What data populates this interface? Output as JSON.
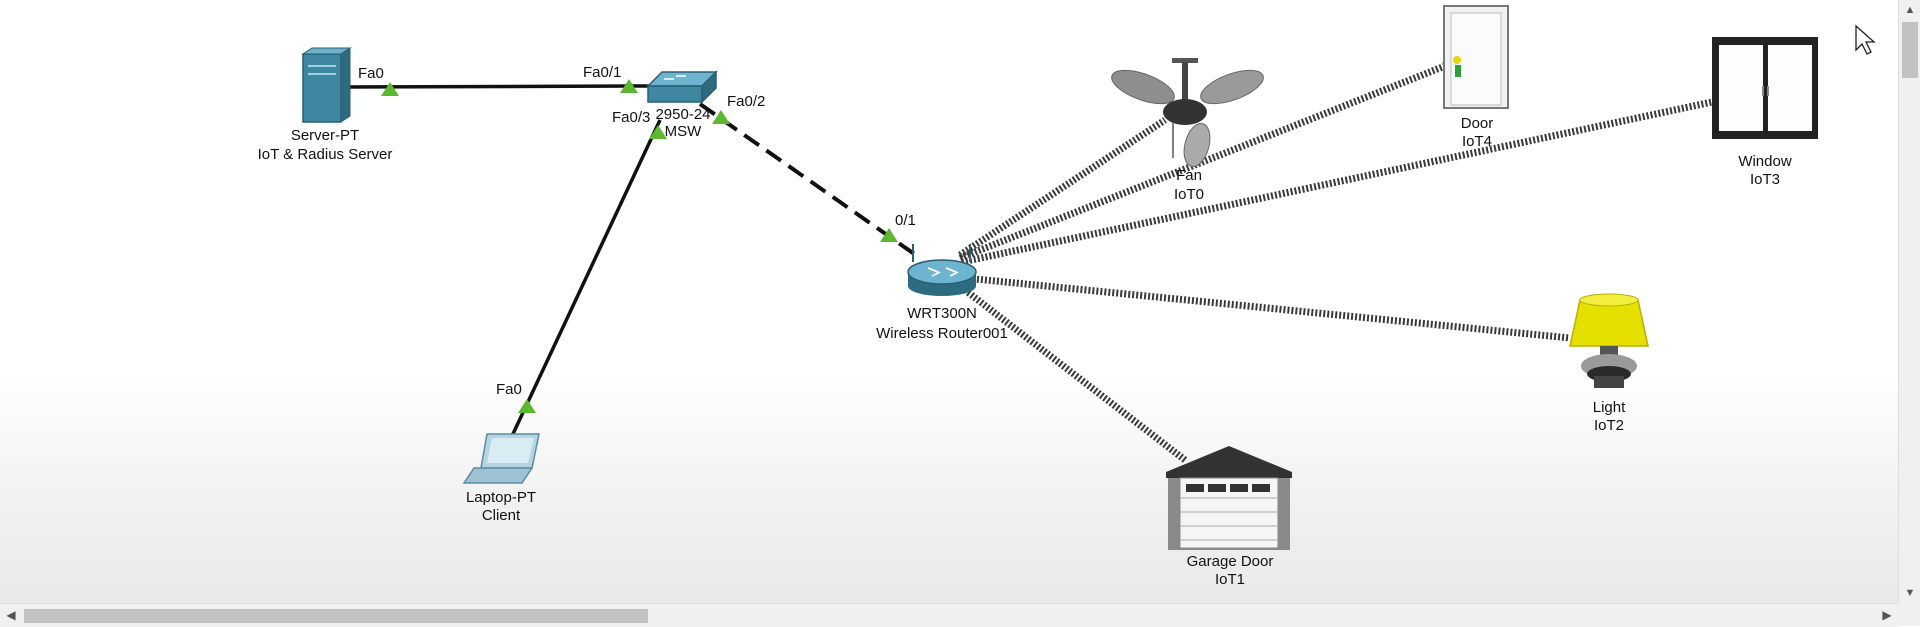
{
  "devices": {
    "server": {
      "model": "Server-PT",
      "name": "IoT & Radius Server"
    },
    "switch": {
      "model": "2950-24",
      "name": "MSW"
    },
    "laptop": {
      "model": "Laptop-PT",
      "name": "Client"
    },
    "router": {
      "model": "WRT300N",
      "name": "Wireless Router001"
    },
    "fan": {
      "model": "Fan",
      "name": "IoT0"
    },
    "door": {
      "model": "Door",
      "name": "IoT4"
    },
    "window": {
      "model": "Window",
      "name": "IoT3"
    },
    "light": {
      "model": "Light",
      "name": "IoT2"
    },
    "garage": {
      "model": "Garage Door",
      "name": "IoT1"
    }
  },
  "ports": {
    "server_fa0": "Fa0",
    "switch_fa01": "Fa0/1",
    "switch_fa03": "Fa0/3",
    "switch_fa02": "Fa0/2",
    "router_01": "0/1",
    "laptop_fa0": "Fa0"
  },
  "colors": {
    "link_light": "#5cb82e",
    "cable": "#111111",
    "wireless": "#444444",
    "device_teal": "#4a8fa8",
    "lamp_yellow": "#e6e000"
  },
  "scrollbars": {
    "vertical": {
      "up_arrow": "chevron-up-icon",
      "down_arrow": "chevron-down-icon"
    },
    "horizontal": {
      "left_arrow": "chevron-left-icon",
      "right_arrow": "chevron-right-icon"
    }
  }
}
